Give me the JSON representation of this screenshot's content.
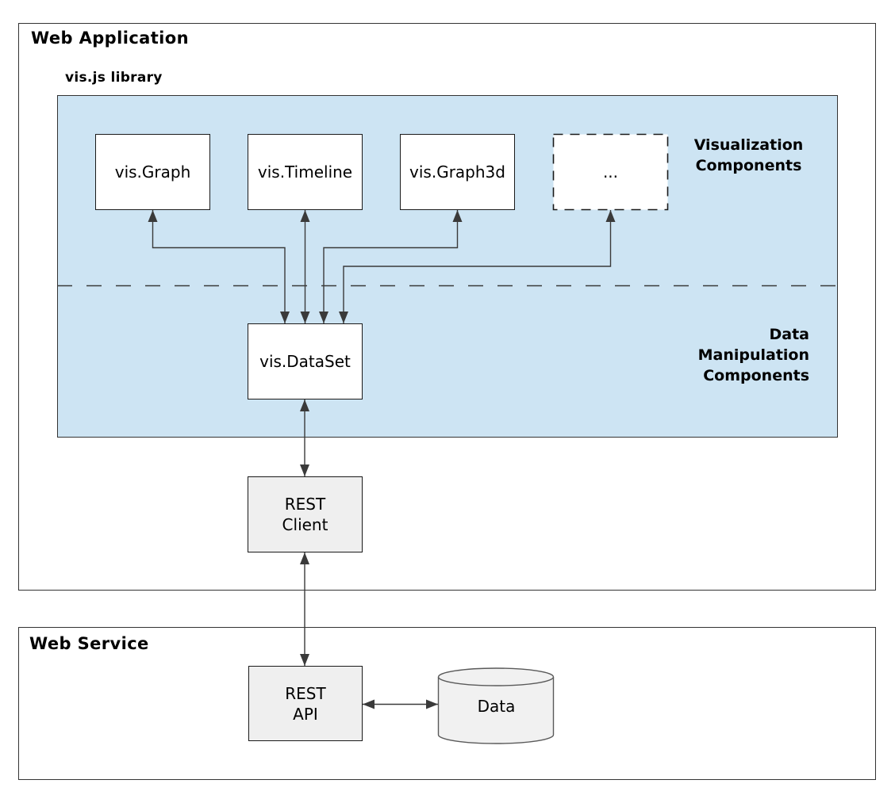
{
  "web_application": {
    "title": "Web Application",
    "library_label": "vis.js library",
    "visualization_section": {
      "label_lines": [
        "Visualization",
        "Components"
      ],
      "boxes": [
        {
          "label": "vis.Graph"
        },
        {
          "label": "vis.Timeline"
        },
        {
          "label": "vis.Graph3d"
        },
        {
          "label": "..."
        }
      ]
    },
    "data_section": {
      "label_lines": [
        "Data",
        "Manipulation",
        "Components"
      ],
      "dataset_box_label": "vis.DataSet"
    },
    "rest_client_lines": [
      "REST",
      "Client"
    ]
  },
  "web_service": {
    "title": "Web Service",
    "rest_api_lines": [
      "REST",
      "API"
    ],
    "data_store_label": "Data"
  },
  "colors": {
    "panel_fill": "#cde4f3",
    "node_fill_white": "#ffffff",
    "node_fill_gray": "#efefef",
    "cylinder_fill": "#f1f1f1",
    "box_border": "#1a1a1a",
    "container_border": "#333333",
    "connector_line": "#3a3a3a",
    "text": "#000000",
    "background": "#ffffff"
  }
}
